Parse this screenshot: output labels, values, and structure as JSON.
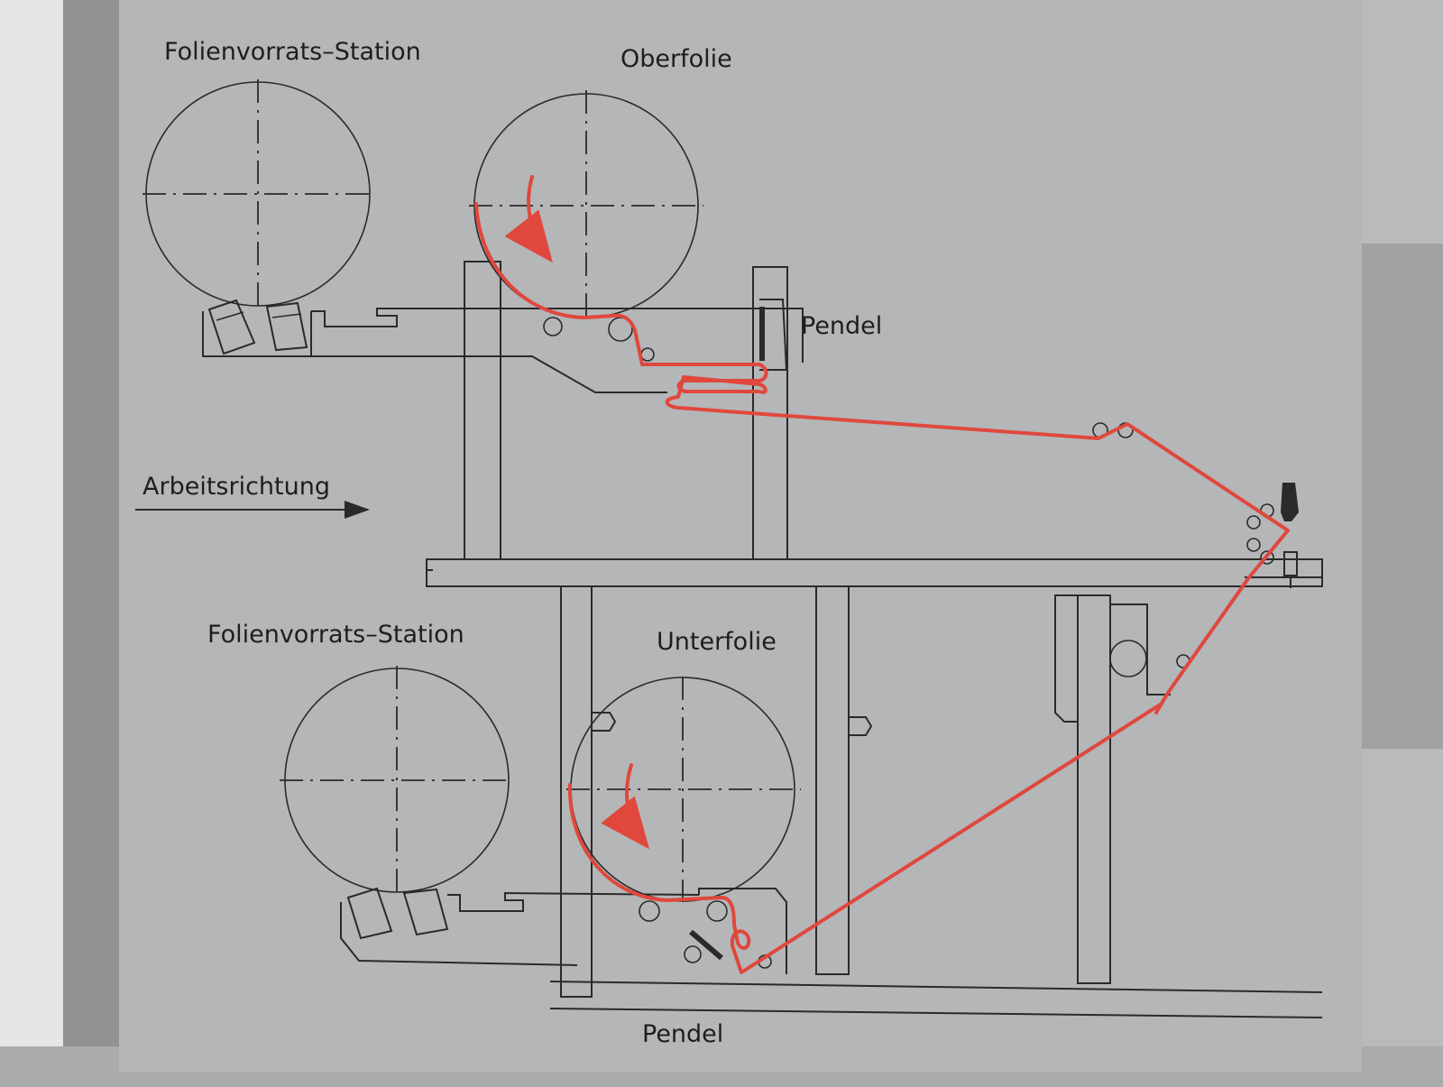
{
  "labels": {
    "station_top": "Folienvorrats–Station",
    "oberfolie": "Oberfolie",
    "pendel_top": "Pendel",
    "arbeitsrichtung": "Arbeitsrichtung",
    "station_bottom": "Folienvorrats–Station",
    "unterfolie": "Unterfolie",
    "pendel_bottom": "Pendel"
  },
  "colors": {
    "panel": "#b4b6b8",
    "ink": "#2a2a2a",
    "film": "#e0473d",
    "surround_left": "#e6e6e4",
    "surround_right": "#c9cbcc"
  },
  "icons": {
    "direction_arrow": "arrow-right-icon",
    "rotation_arrow": "rotation-arrow-icon"
  }
}
